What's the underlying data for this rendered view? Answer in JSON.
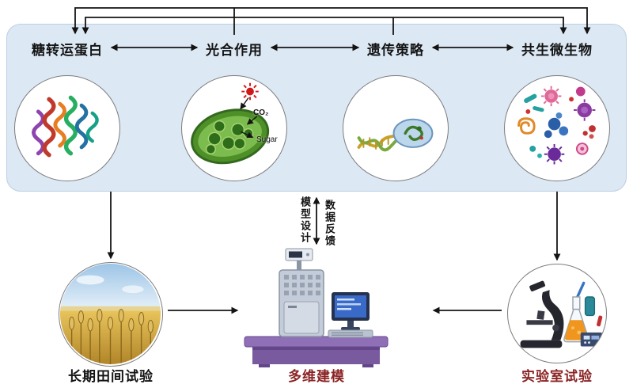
{
  "top_panel": {
    "nodes": [
      {
        "label": "糖转运蛋白"
      },
      {
        "label": "光合作用",
        "co2_label": "CO₂",
        "sugar_label": "Sugar"
      },
      {
        "label": "遗传策略"
      },
      {
        "label": "共生微生物"
      }
    ]
  },
  "feedback": {
    "model_design": "模型设计",
    "data_feedback": "数据反馈"
  },
  "bottom": {
    "field_label": "长期田间试验",
    "modeling_label": "多维建模",
    "lab_label": "实验室试验"
  },
  "colors": {
    "panel_bg": "#dce8f4",
    "panel_border": "#bccfe2",
    "arrow_color": "#141414",
    "label_color": "#141414",
    "accent_red": "#8b2424"
  }
}
